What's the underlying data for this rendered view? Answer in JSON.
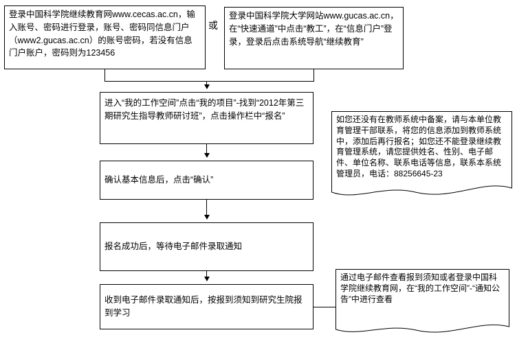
{
  "flowchart": {
    "or_label": "或",
    "steps": {
      "login_cecas": "登录中国科学院继续教育网www.cecas.ac.cn，输入账号、密码进行登录，账号、密码同信息门户（www2.gucas.ac.cn）的账号密码，若没有信息门户账户，密码则为123456",
      "login_gucas": "登录中国科学院大学网站www.gucas.ac.cn，在“快速通道”中点击“教工”，在“信息门户”登录，登录后点击系统导航“继续教育”",
      "enter_workspace": "进入“我的工作空间”点击“我的项目”-找到“2012年第三期研究生指导教师研讨班”，点击操作栏中“报名”",
      "confirm_info": "确认基本信息后，点击“确认”",
      "wait_notice": "报名成功后，等待电子邮件录取通知",
      "report_study": "收到电子邮件录取通知后，按报到须知到研究生院报到学习"
    },
    "notes": {
      "teacher_system_note": "如您还没有在教师系统中备案，请与本单位教育管理干部联系，将您的信息添加到教师系统中，添加后再行报名；如您还不能登录继续教育管理系统，请您提供姓名、性别、电子邮件、单位名称、联系电话等信息，联系本系统管理员，电话：88256645-23",
      "notice_view_note": "通过电子邮件查看报到须知或者登录中国科学院继续教育网，在“我的工作空间”-“通知公告”中进行查看"
    }
  }
}
